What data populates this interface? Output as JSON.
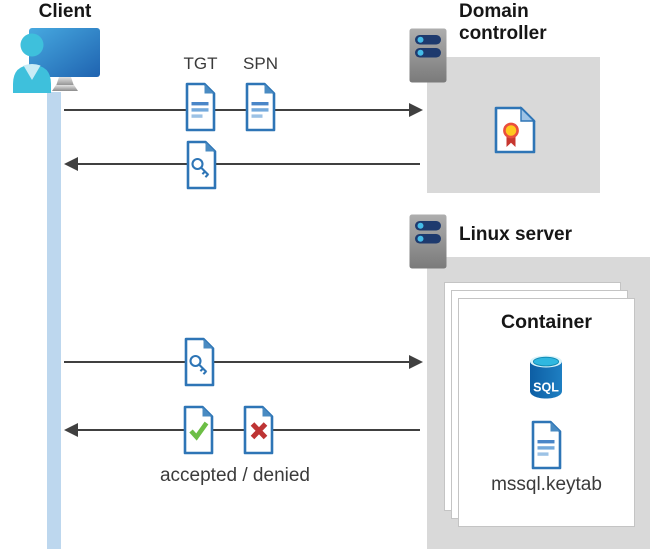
{
  "client": {
    "label": "Client"
  },
  "domain_controller": {
    "label": "Domain controller"
  },
  "linux_server": {
    "label": "Linux server"
  },
  "container": {
    "label": "Container",
    "sql_badge": "SQL",
    "keytab_label": "mssql.keytab"
  },
  "flow": {
    "tgt_label": "TGT",
    "spn_label": "SPN",
    "result_caption": "accepted / denied"
  },
  "icons": [
    "client-monitor-icon",
    "user-icon",
    "server-icon",
    "certificate-document-icon",
    "ticket-document-icon",
    "key-document-icon",
    "check-document-icon",
    "cross-document-icon",
    "sql-database-icon",
    "keytab-document-icon"
  ],
  "colors": {
    "document_blue": "#2e75b6",
    "lifeline_blue": "#bdd7ee",
    "box_gray": "#d9d9d9",
    "arrow_gray": "#404040",
    "check_green": "#6cbe45",
    "cross_red": "#be3434",
    "sql_cyan": "#2fb7e0"
  }
}
